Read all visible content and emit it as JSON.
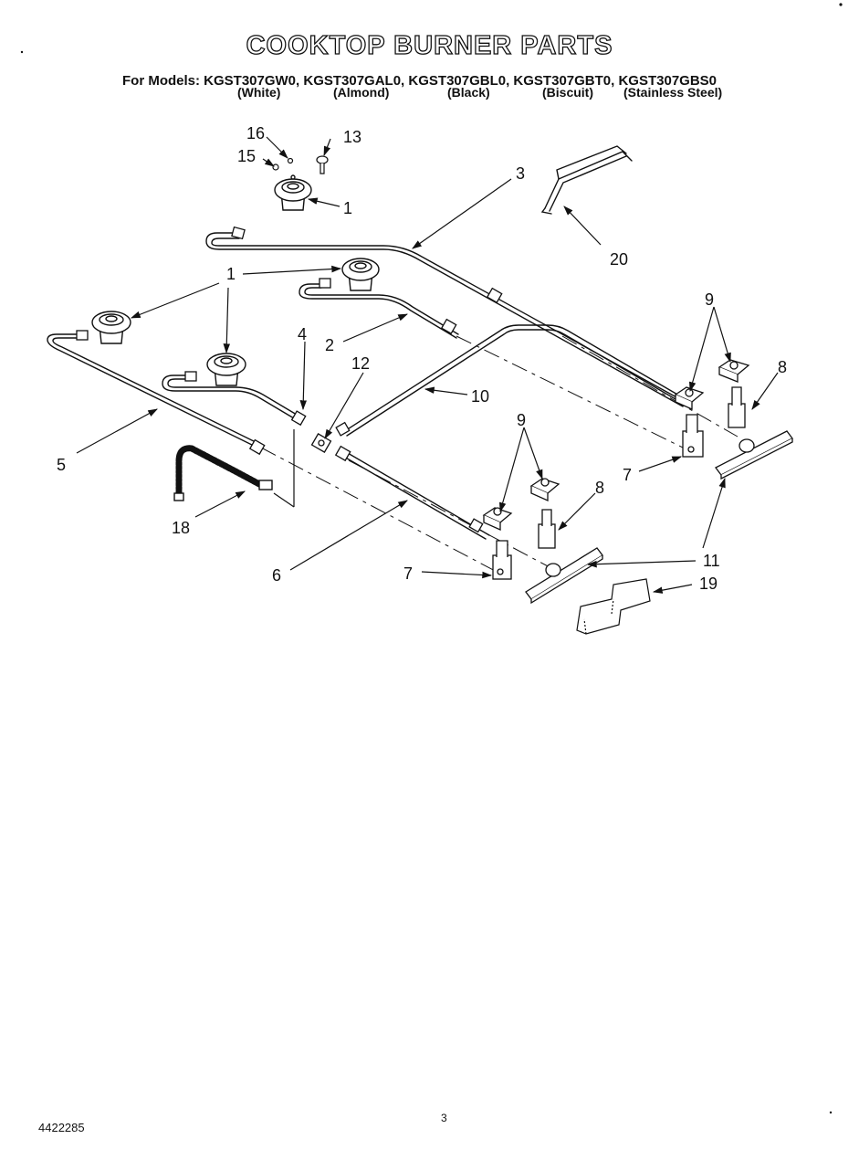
{
  "header": {
    "title": "COOKTOP BURNER PARTS",
    "models": "For Models: KGST307GW0, KGST307GAL0, KGST307GBL0, KGST307GBT0, KGST307GBS0",
    "colors": [
      "(White)",
      "(Almond)",
      "(Black)",
      "(Biscuit)",
      "(Stainless Steel)"
    ]
  },
  "callouts": {
    "c1_top": "1",
    "c1_group": "1",
    "c2": "2",
    "c3": "3",
    "c4": "4",
    "c5": "5",
    "c6": "6",
    "c7_right": "7",
    "c7_left": "7",
    "c8_right": "8",
    "c8_left": "8",
    "c9_right": "9",
    "c9_left": "9",
    "c10": "10",
    "c11": "11",
    "c12": "12",
    "c13": "13",
    "c15": "15",
    "c16": "16",
    "c18": "18",
    "c19": "19",
    "c20": "20"
  },
  "footer": {
    "doc_number": "4422285",
    "page_number": "3"
  }
}
